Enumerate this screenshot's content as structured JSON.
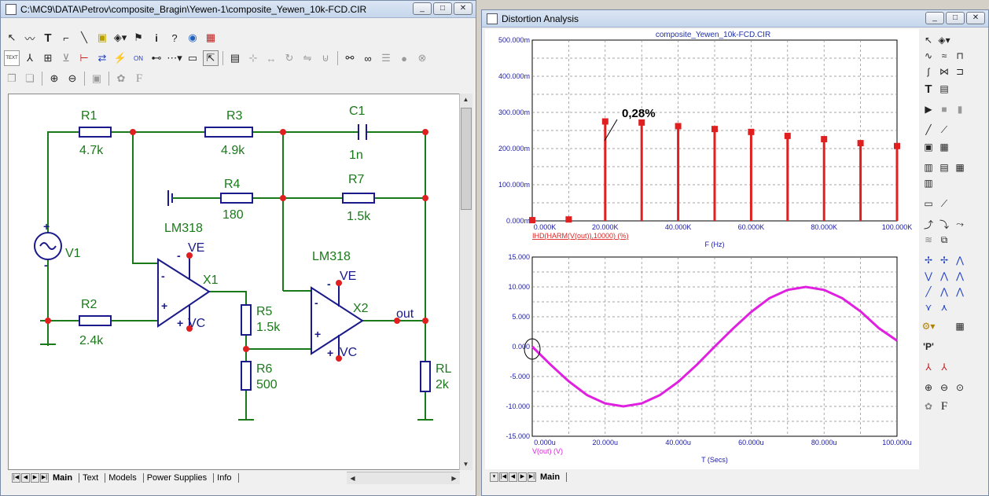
{
  "schematic_window": {
    "title": "C:\\MC9\\DATA\\Petrov\\composite_Bragin\\Yewen-1\\composite_Yewen_10k-FCD.CIR",
    "buttons": [
      "_",
      "□",
      "✕"
    ],
    "toolbar_row1": [
      "arrow-tool-icon",
      "wire-tool-icon",
      "text-tool-icon",
      "bus-icon",
      "line-icon",
      "picture-icon",
      "shape-icon",
      "flag-icon",
      "info-icon",
      "help-icon",
      "globe-icon",
      "component-icon"
    ],
    "toolbar_row1_text": "T",
    "toolbar_row2_text_btn": "TEXT",
    "toolbar_row3_text": "F",
    "tabs": [
      "Main",
      "Text",
      "Models",
      "Power Supplies",
      "Info"
    ],
    "active_tab": "Main",
    "components": {
      "R1": {
        "name": "R1",
        "value": "4.7k"
      },
      "R3": {
        "name": "R3",
        "value": "4.9k"
      },
      "C1": {
        "name": "C1",
        "value": "1n"
      },
      "R4": {
        "name": "R4",
        "value": "180"
      },
      "R7": {
        "name": "R7",
        "value": "1.5k"
      },
      "V1": {
        "name": "V1"
      },
      "R2": {
        "name": "R2",
        "value": "2.4k"
      },
      "R5": {
        "name": "R5",
        "value": "1.5k"
      },
      "R6": {
        "name": "R6",
        "value": "500"
      },
      "RL": {
        "name": "RL",
        "value": "2k"
      },
      "X1": {
        "name": "X1",
        "model": "LM318"
      },
      "X2": {
        "name": "X2",
        "model": "LM318"
      }
    },
    "labels": {
      "ve": "VE",
      "vc": "VC",
      "out": "out",
      "plus": "+",
      "minus": "-"
    }
  },
  "analysis_window": {
    "title": "Distortion Analysis",
    "buttons": [
      "_",
      "□",
      "✕"
    ],
    "file_label": "composite_Yewen_10k-FCD.CIR",
    "annotation": "0,28%",
    "tab": "Main",
    "right_tool_text": {
      "T": "T",
      "P": "'P'",
      "F": "F"
    }
  },
  "chart_data": [
    {
      "type": "bar",
      "title": "composite_Yewen_10k-FCD.CIR",
      "xlabel": "F (Hz)",
      "series": [
        {
          "name": "IHD(HARM(V(out)),10000) (%)",
          "color": "#e02020"
        }
      ],
      "x": [
        0,
        10000,
        20000,
        30000,
        40000,
        50000,
        60000,
        70000,
        80000,
        90000,
        100000
      ],
      "values": [
        0.002,
        0.004,
        0.275,
        0.272,
        0.262,
        0.254,
        0.246,
        0.235,
        0.226,
        0.215,
        0.207
      ],
      "xlim": [
        0,
        100000
      ],
      "ylim": [
        0,
        0.5
      ],
      "x_ticks": [
        "0.000K",
        "20.000K",
        "40.000K",
        "60.000K",
        "80.000K",
        "100.000K"
      ],
      "y_ticks": [
        "0.000m",
        "100.000m",
        "200.000m",
        "300.000m",
        "400.000m",
        "500.000m"
      ],
      "grid": true
    },
    {
      "type": "line",
      "xlabel": "T (Secs)",
      "series": [
        {
          "name": "V(out) (V)",
          "color": "#e020e0"
        }
      ],
      "x": [
        0,
        5,
        10,
        15,
        20,
        25,
        30,
        35,
        40,
        45,
        50,
        55,
        60,
        65,
        70,
        75,
        80,
        85,
        90,
        95,
        100
      ],
      "values": [
        0.0,
        -3.0,
        -5.8,
        -8.1,
        -9.5,
        -10.0,
        -9.5,
        -8.1,
        -5.9,
        -3.1,
        0.0,
        3.0,
        5.8,
        8.1,
        9.5,
        10.0,
        9.5,
        8.1,
        5.9,
        3.1,
        1.0
      ],
      "xlim": [
        0,
        100
      ],
      "ylim": [
        -15,
        15
      ],
      "x_ticks": [
        "0.000u",
        "20.000u",
        "40.000u",
        "60.000u",
        "80.000u",
        "100.000u"
      ],
      "y_ticks": [
        "15.000",
        "10.000",
        "5.000",
        "0.000",
        "-5.000",
        "-10.000",
        "-15.000"
      ],
      "grid": true
    }
  ]
}
